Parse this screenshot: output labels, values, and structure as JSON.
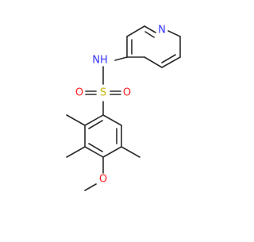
{
  "molecule": {
    "colors": {
      "bond": "#2b2b2b",
      "carbon": "#2b2b2b",
      "nitrogen": "#3535ff",
      "oxygen": "#ff2020",
      "sulfur": "#c8b400"
    },
    "atoms": [
      {
        "id": "pyridine-nitrogen",
        "label": "N",
        "element": "nitrogen"
      },
      {
        "id": "sulfonamide-nh",
        "label": "NH",
        "element": "nitrogen"
      },
      {
        "id": "sulfonyl-sulfur",
        "label": "S",
        "element": "sulfur"
      },
      {
        "id": "sulfonyl-oxygen-left",
        "label": "O",
        "element": "oxygen"
      },
      {
        "id": "sulfonyl-oxygen-right",
        "label": "O",
        "element": "oxygen"
      },
      {
        "id": "methoxy-oxygen",
        "label": "O",
        "element": "oxygen"
      }
    ]
  }
}
